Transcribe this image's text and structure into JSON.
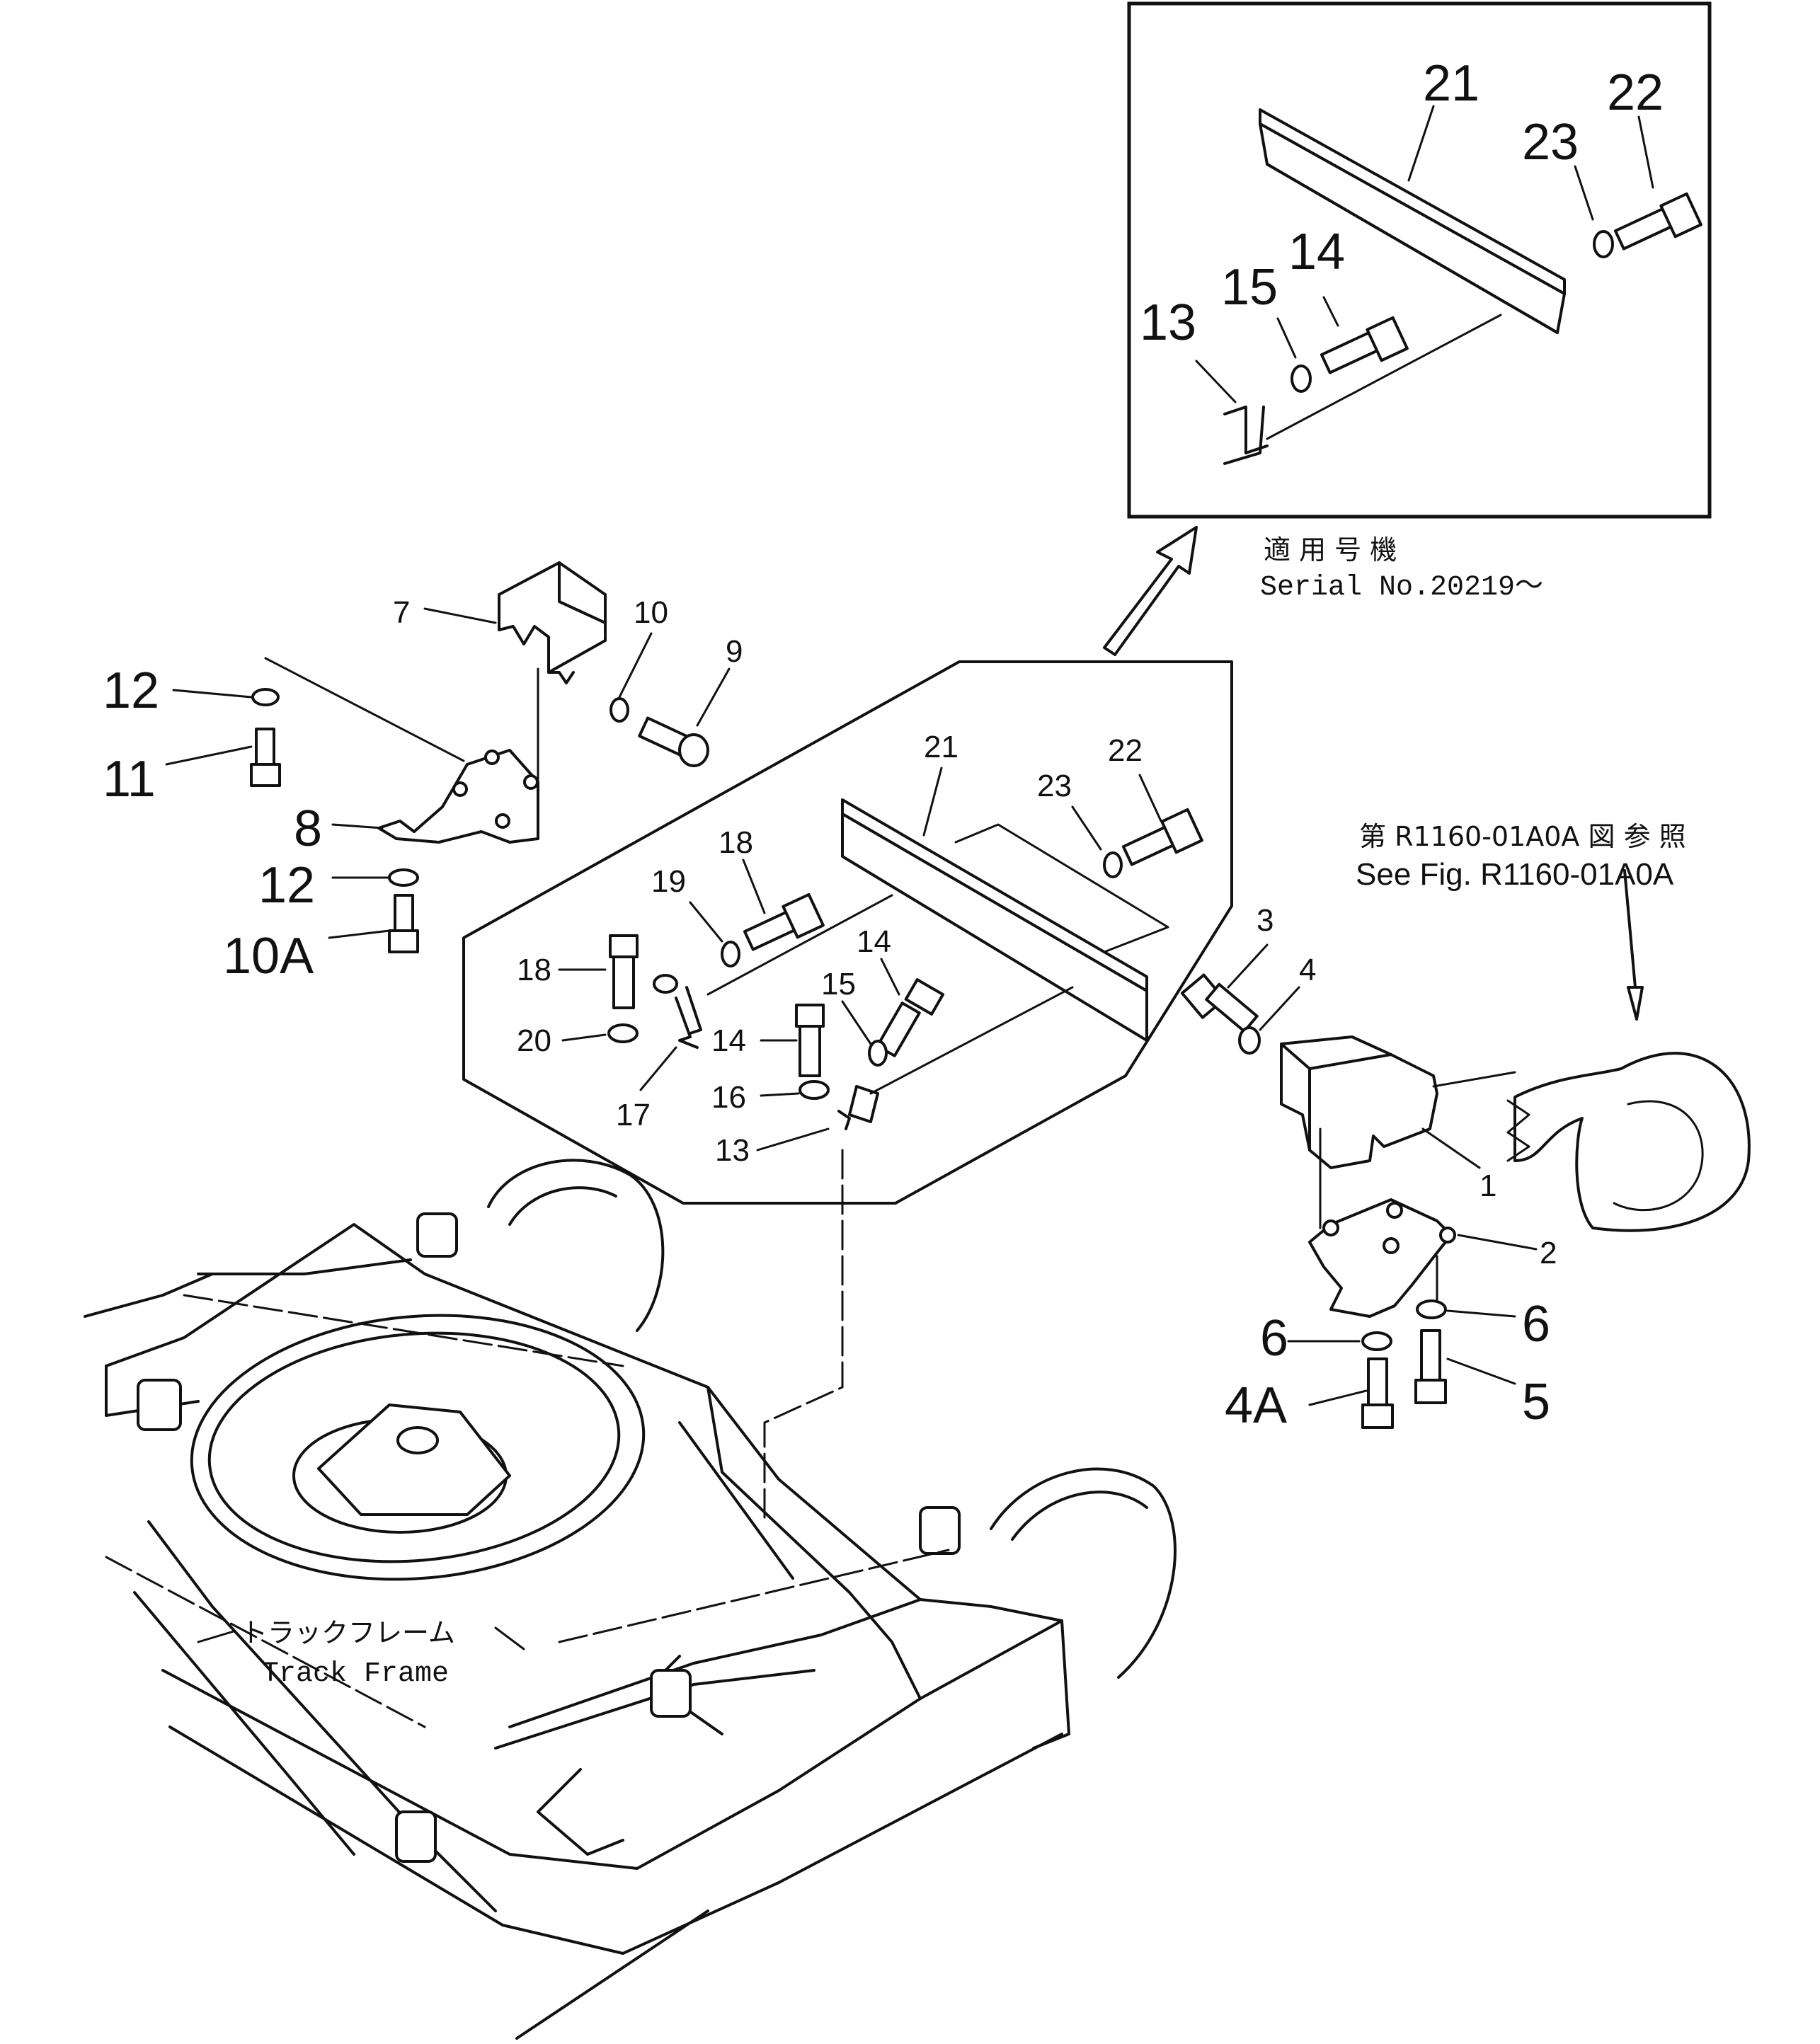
{
  "inset": {
    "labels": [
      "21",
      "22",
      "23",
      "14",
      "15",
      "13"
    ],
    "note_jp": "適 用 号 機",
    "note_en": "Serial No.20219～"
  },
  "main": {
    "labels": {
      "l1": "1",
      "l2": "2",
      "l3": "3",
      "l4": "4",
      "l4a": "4A",
      "l5": "5",
      "l6a": "6",
      "l6b": "6",
      "l7": "7",
      "l8": "8",
      "l9": "9",
      "l10": "10",
      "l10a": "10A",
      "l11": "11",
      "l12a": "12",
      "l12b": "12",
      "l13": "13",
      "l14a": "14",
      "l14b": "14",
      "l15": "15",
      "l16": "16",
      "l17": "17",
      "l18a": "18",
      "l18b": "18",
      "l19": "19",
      "l20": "20",
      "l21": "21",
      "l22": "22",
      "l23": "23"
    }
  },
  "reference": {
    "jp": "第 R1160-01A0A 図 参 照",
    "en": "See Fig. R1160-01A0A"
  },
  "track_frame": {
    "jp": "トラックフレーム",
    "en": "Track Frame"
  }
}
